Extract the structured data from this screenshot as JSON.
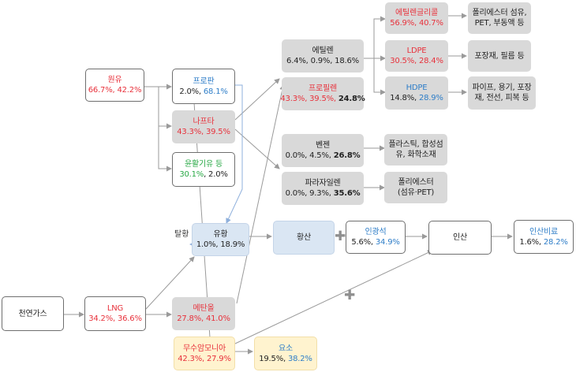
{
  "nodes": {
    "crude_oil": {
      "name": "원유",
      "stats": "66.7%, 42.2%"
    },
    "propane": {
      "name": "프로판",
      "stat_a": "2.0%, ",
      "stat_b": "68.1%"
    },
    "naphtha": {
      "name": "나프타",
      "stats": "43.3%, 39.5%"
    },
    "lube_oil": {
      "name": "윤활기유 등",
      "stat_a": "30.1%",
      "stat_b": ", 2.0%"
    },
    "ethylene": {
      "name": "에틸렌",
      "stats": "6.4%, 0.9%, 18.6%"
    },
    "propylene": {
      "name": "프로필렌",
      "stat_a": "43.3%, 39.5%, ",
      "stat_b": "24.8%"
    },
    "ethylene_glycol": {
      "name": "에틸렌글리콜",
      "stats": "56.9%, 40.7%"
    },
    "ldpe": {
      "name": "LDPE",
      "stats": "30.5%, 28.4%"
    },
    "hdpe": {
      "name": "HDPE",
      "stat_a": "14.8%, ",
      "stat_b": "28.9%"
    },
    "polyester_fiber": {
      "line1": "폴리에스터 섬유,",
      "line2": "PET, 부동액 등"
    },
    "packaging_film": {
      "line1": "포장재, 필름 등"
    },
    "pipes": {
      "line1": "파이프, 용기, 포장",
      "line2": "재, 전선, 피복 등"
    },
    "benzene": {
      "name": "벤젠",
      "stat_a": "0.0%, 4.5%, ",
      "stat_b": "26.8%"
    },
    "paraxylene": {
      "name": "파라자일렌",
      "stat_a": "0.0%, 9.3%, ",
      "stat_b": "35.6%"
    },
    "plastics": {
      "line1": "플라스틱, 합성섬",
      "line2": "유, 화학소재"
    },
    "polyester_pet": {
      "line1": "폴리에스터",
      "line2": "(섬유·PET)"
    },
    "sulfur": {
      "name": "유황",
      "stats": "1.0%, 18.9%"
    },
    "sulfuric_acid": {
      "name": "황산"
    },
    "phosphate_rock": {
      "name": "인광석",
      "stat_a": "5.6%, ",
      "stat_b": "34.9%"
    },
    "phosphoric_acid": {
      "name": "인산"
    },
    "phosphate_fertilizer": {
      "name": "인산비료",
      "stat_a": "1.6%, ",
      "stat_b": "28.2%"
    },
    "natural_gas": {
      "name": "천연가스"
    },
    "lng": {
      "name": "LNG",
      "stats": "34.2%, 36.6%"
    },
    "methane": {
      "name": "메탄올",
      "stats": "27.8%, 41.0%"
    },
    "anhydrous_ammonia": {
      "name": "무수암모니아",
      "stats": "42.3%, 27.9%"
    },
    "urea": {
      "name": "요소",
      "stat_a": "19.5%, ",
      "stat_b": "38.2%"
    }
  },
  "labels": {
    "desulfurization": "탈황",
    "plus_symbol": "✚"
  },
  "colors": {
    "red": "#e8323c",
    "blue": "#2f7ec8",
    "green": "#27a844",
    "arrow": "#9a9a9a",
    "arrow_blue": "#8fb0dc"
  }
}
